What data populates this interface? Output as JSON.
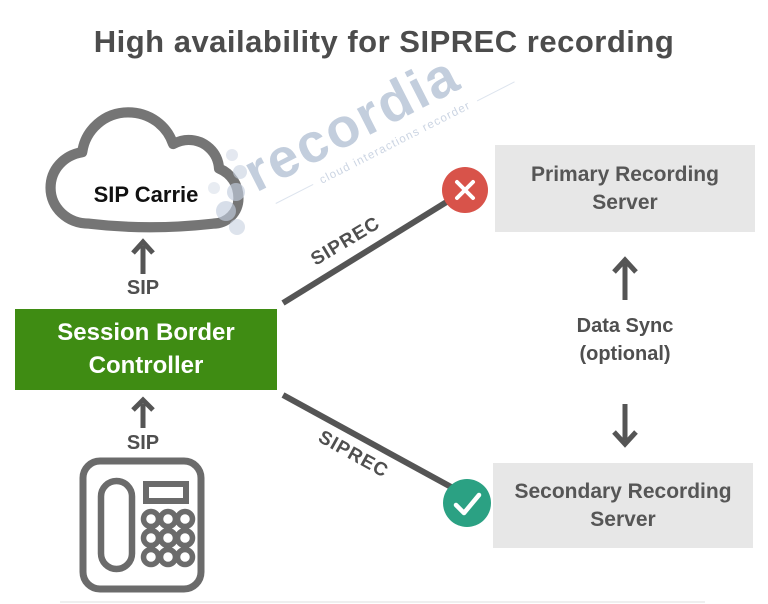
{
  "title": "High availability for SIPREC recording",
  "watermark": {
    "brand": "recordia",
    "tagline": "cloud interactions recorder"
  },
  "nodes": {
    "sip_carrier": {
      "label": "SIP Carrie",
      "icon": "cloud-icon"
    },
    "session_border_controller": {
      "line1": "Session Border",
      "line2": "Controller"
    },
    "primary_server": {
      "line1": "Primary Recording",
      "line2": "Server",
      "status_icon": "x-circle-icon"
    },
    "secondary_server": {
      "line1": "Secondary Recording",
      "line2": "Server",
      "status_icon": "check-circle-icon"
    },
    "phone": {
      "icon": "desk-phone-icon"
    }
  },
  "labels": {
    "sip_cloud_link": "SIP",
    "sip_phone_link": "SIP",
    "siprec_primary_link": "SIPREC",
    "siprec_secondary_link": "SIPREC",
    "data_sync_line1": "Data Sync",
    "data_sync_line2": "(optional)"
  },
  "colors": {
    "title_text": "#4c4c4c",
    "diagram_gray": "#555555",
    "cloud_outline": "#757575",
    "phone_outline": "#6b6b6b",
    "sbc_green": "#3f8c13",
    "error_red": "#d8534a",
    "success_green": "#2ba183",
    "server_box_bg": "#e7e7e7",
    "watermark_blue": "#c3cedd"
  }
}
